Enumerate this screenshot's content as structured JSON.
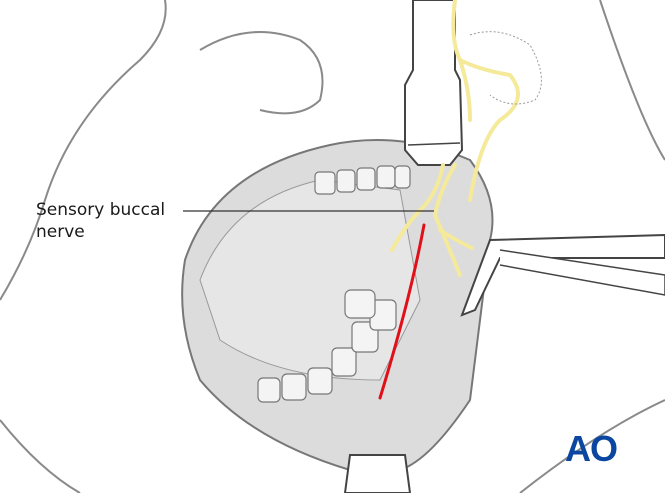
{
  "figure": {
    "label": {
      "line1": "Sensory buccal",
      "line2": "nerve"
    },
    "logo": "AO",
    "colors": {
      "nerve": "#f5e99a",
      "nerve_outline": "#c9b85a",
      "incision": "#e0101b",
      "outline": "#6e6e6e",
      "tissue": "#dcdcdc",
      "logo": "#0b47a0"
    }
  }
}
